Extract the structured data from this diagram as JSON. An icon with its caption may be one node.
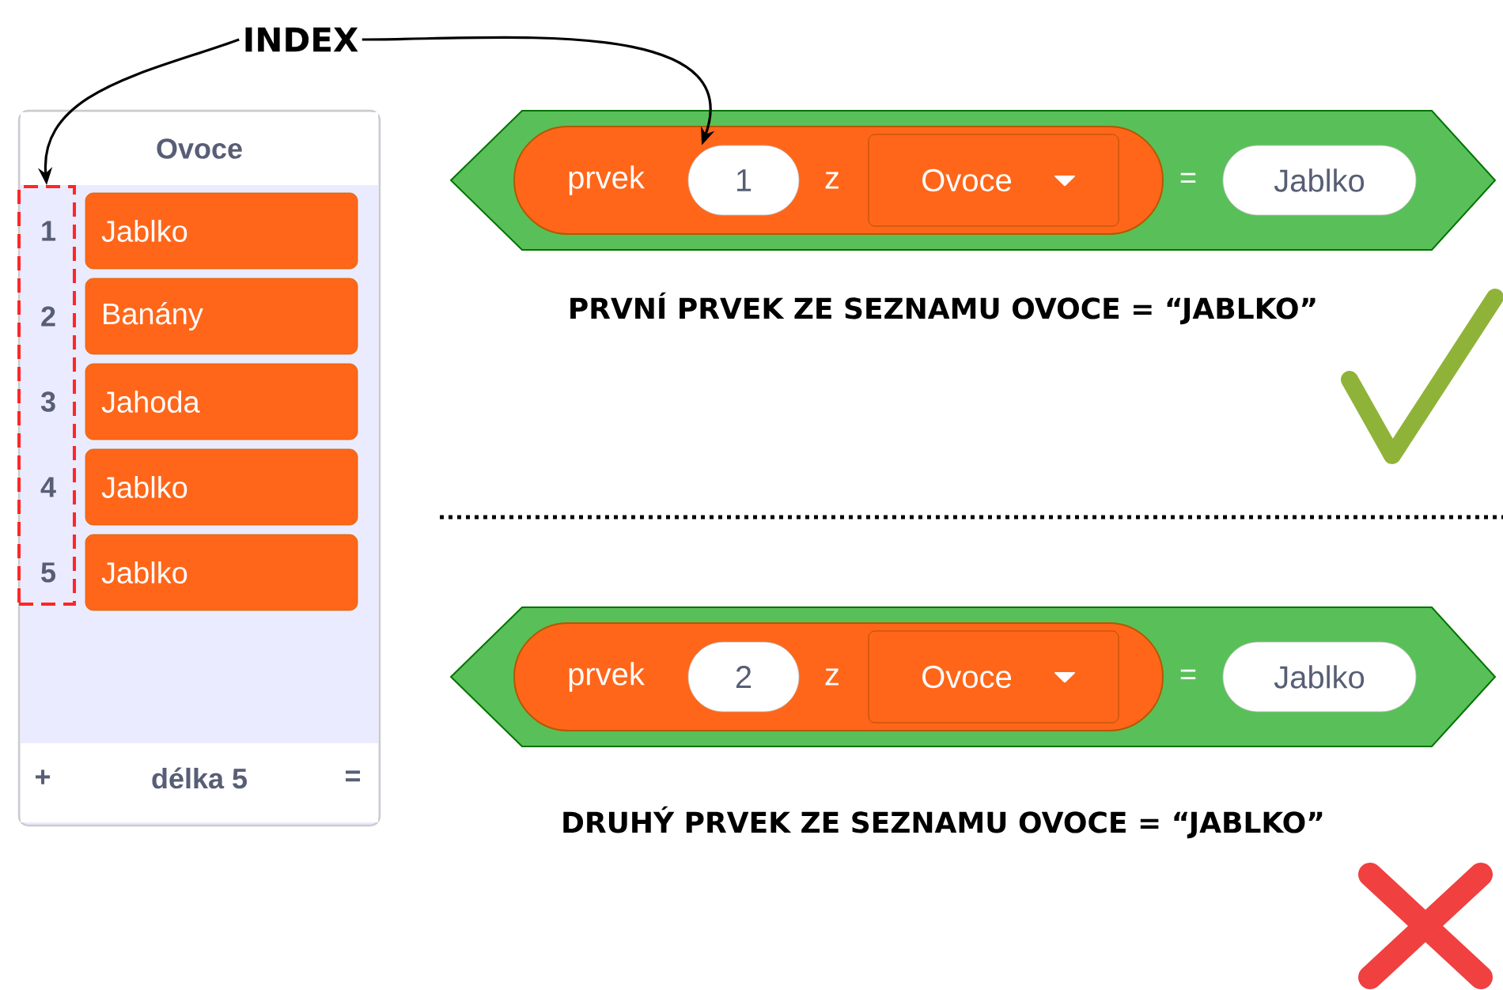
{
  "diagram": {
    "nodes": [
      {
        "text": [
          "INDEX"
        ]
      },
      {
        "text": [
          "Ovoce",
          "+",
          "délka 5",
          "="
        ]
      },
      {
        "text": [
          "1",
          "2",
          "3",
          "4",
          "5"
        ],
        "in": 1
      },
      {
        "text": [
          "Jablko"
        ],
        "in": 1
      },
      {
        "text": [
          "Banány"
        ],
        "in": 1
      },
      {
        "text": [
          "Jahoda"
        ],
        "in": 1
      },
      {
        "text": [
          "Jablko"
        ],
        "in": 1
      },
      {
        "text": [
          "Jablko"
        ],
        "in": 1
      },
      {
        "text": [
          "="
        ]
      },
      {
        "text": [
          "prvek",
          "z"
        ],
        "in": 8
      },
      {
        "text": [
          "1"
        ],
        "in": 9
      },
      {
        "text": [
          "Ovoce"
        ],
        "in": 9
      },
      {
        "text": [
          "Jablko"
        ],
        "in": 8
      },
      {
        "text": [
          "="
        ]
      },
      {
        "text": [
          "prvek",
          "z"
        ],
        "in": 13
      },
      {
        "text": [
          "2"
        ],
        "in": 14
      },
      {
        "text": [
          "Ovoce"
        ],
        "in": 14
      },
      {
        "text": [
          "Jablko"
        ],
        "in": 13
      }
    ],
    "edges": [
      {
        "from": 0,
        "to": 2,
        "arrow": "to"
      },
      {
        "from": 0,
        "to": 10,
        "arrow": "to"
      }
    ],
    "labels": [
      "PRVNÍ PRVEK ZE SEZNAMU OVOCE = “JABLKO”",
      "DRUHÝ PRVEK ZE SEZNAMU OVOCE = “JABLKO”"
    ]
  }
}
